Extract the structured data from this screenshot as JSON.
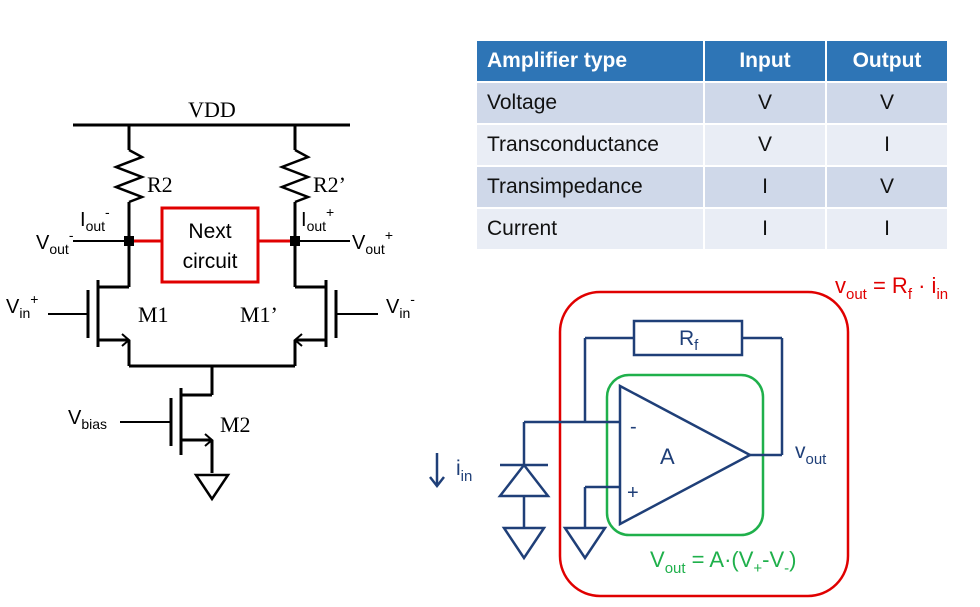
{
  "circuit": {
    "vdd": "VDD",
    "r2": "R2",
    "r2p": "R2’",
    "m1": "M1",
    "m1p": "M1’",
    "m2": "M2",
    "next_circuit": [
      "Next",
      "circuit"
    ],
    "iout_minus": {
      "base": "I",
      "sub": "out",
      "sup": "-"
    },
    "iout_plus": {
      "base": "I",
      "sub": "out",
      "sup": "+"
    },
    "vout_minus": {
      "base": "V",
      "sub": "out",
      "sup": "-"
    },
    "vout_plus": {
      "base": "V",
      "sub": "out",
      "sup": "+"
    },
    "vin_plus": {
      "base": "V",
      "sub": "in",
      "sup": "+"
    },
    "vin_minus": {
      "base": "V",
      "sub": "in",
      "sup": "-"
    },
    "vbias": {
      "base": "V",
      "sub": "bias"
    }
  },
  "table": {
    "headers": [
      "Amplifier type",
      "Input",
      "Output"
    ],
    "rows": [
      [
        "Voltage",
        "V",
        "V"
      ],
      [
        "Transconductance",
        "V",
        "I"
      ],
      [
        "Transimpedance",
        "I",
        "V"
      ],
      [
        "Current",
        "I",
        "I"
      ]
    ]
  },
  "tia": {
    "formula_red": {
      "v": "v",
      "out": "out",
      "eq": " = R",
      "f": "f",
      "dot": " · i",
      "in": "in"
    },
    "rf": {
      "base": "R",
      "sub": "f"
    },
    "minus": "-",
    "plus": "+",
    "gain": "A",
    "vout": {
      "base": "v",
      "sub": "out"
    },
    "iin": {
      "base": "i",
      "sub": "in"
    },
    "formula_green": {
      "v": "V",
      "out": "out",
      "eq": " = A·(V",
      "p": "+",
      "mid": "-V",
      "m": "-",
      "end": ")"
    }
  },
  "colors": {
    "wire": "#000000",
    "highlight": "#e00000",
    "tia": "#1f3f78",
    "green": "#1fb04b",
    "table_header": "#2e75b6"
  }
}
